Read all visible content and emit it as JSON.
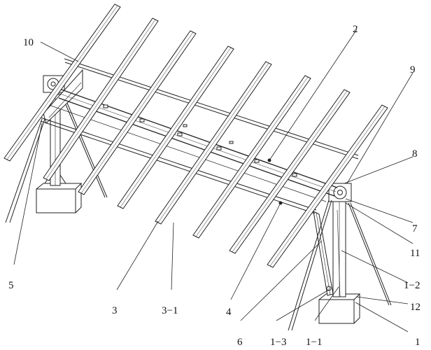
{
  "figure": {
    "labels": {
      "l10": "10",
      "l2": "2",
      "l9": "9",
      "l8": "8",
      "l7": "7",
      "l11": "11",
      "l1_2": "1−2",
      "l12": "12",
      "l1": "1",
      "l1_1": "1−1",
      "l1_3": "1−3",
      "l6": "6",
      "l4": "4",
      "l3_1": "3−1",
      "l3": "3",
      "l5": "5"
    }
  }
}
